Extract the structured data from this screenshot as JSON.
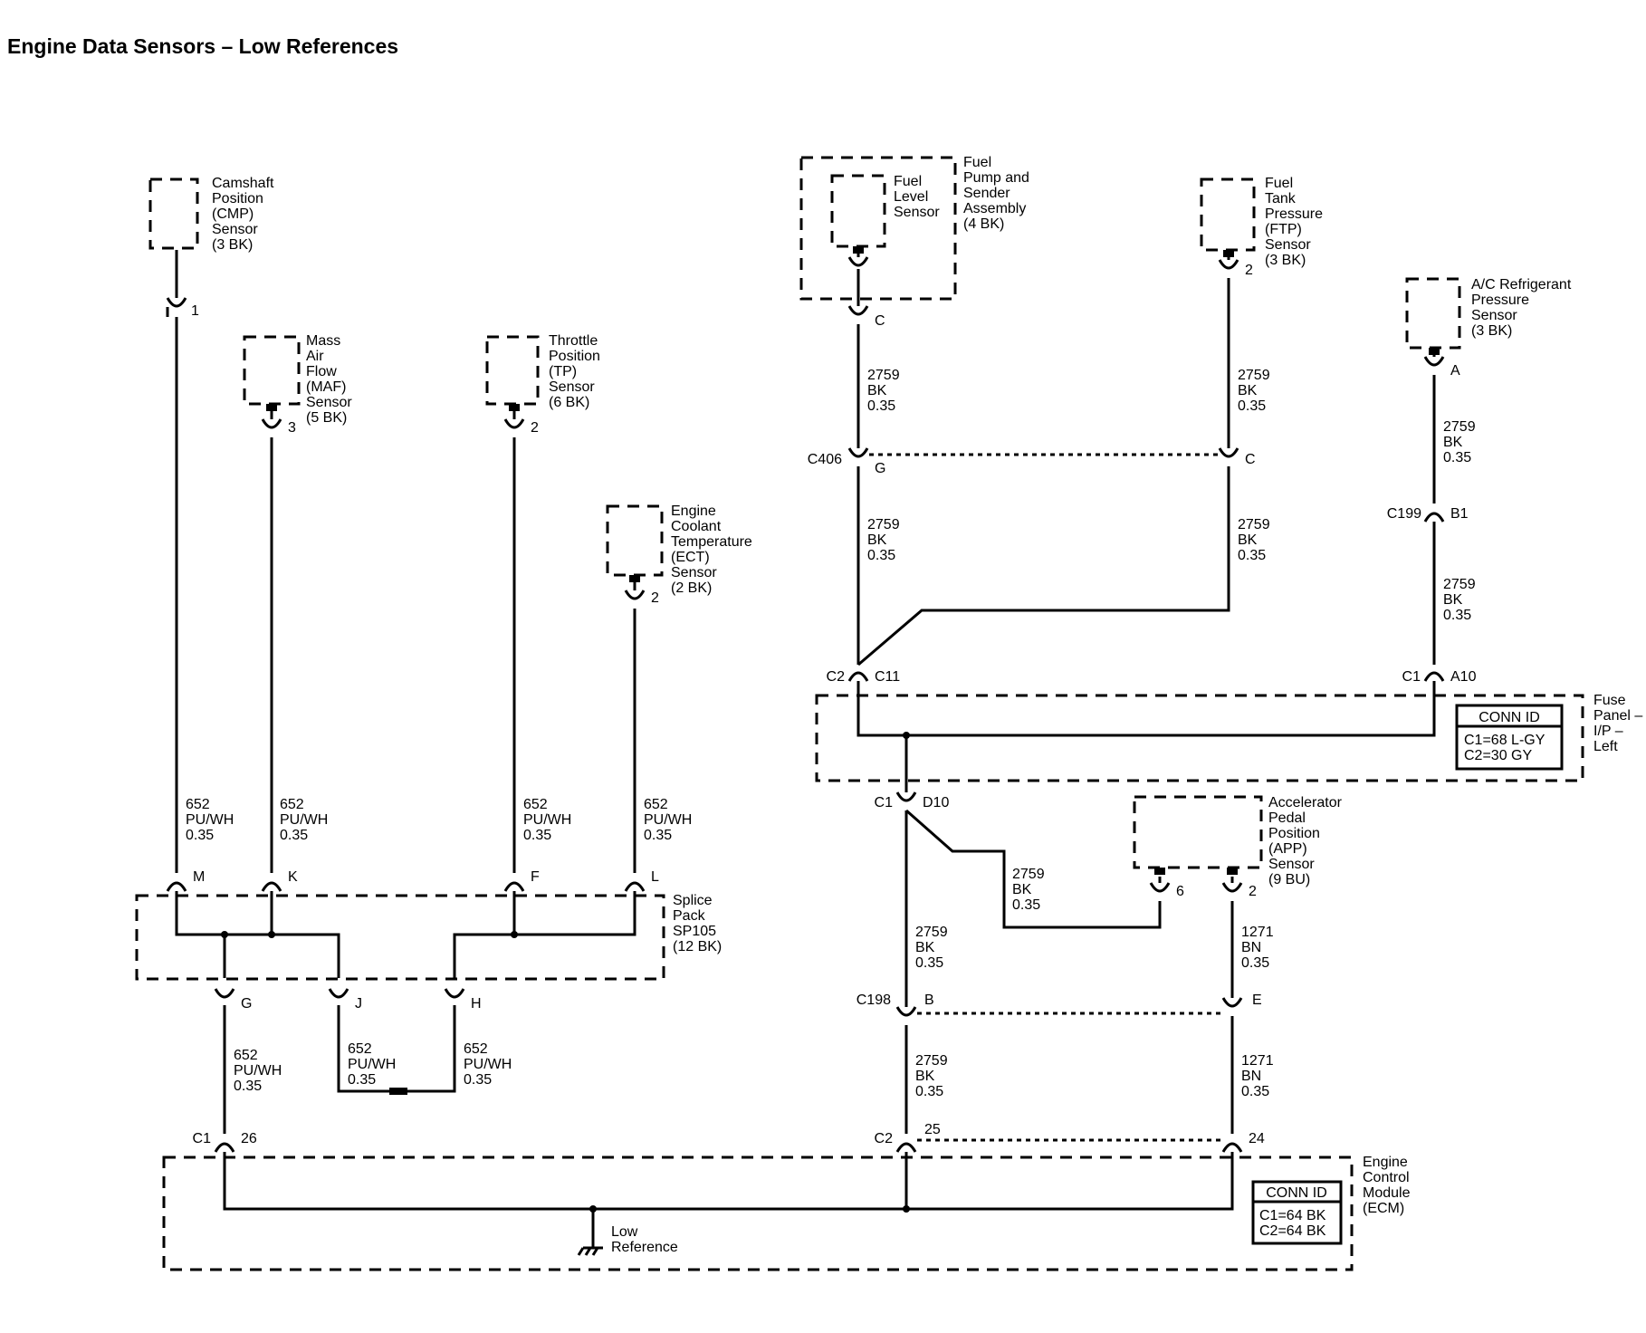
{
  "title": "Engine Data Sensors – Low References",
  "components": {
    "cmp": [
      "Camshaft",
      "Position",
      "(CMP)",
      "Sensor",
      "(3 BK)"
    ],
    "maf": [
      "Mass",
      "Air",
      "Flow",
      "(MAF)",
      "Sensor",
      "(5 BK)"
    ],
    "tp": [
      "Throttle",
      "Position",
      "(TP)",
      "Sensor",
      "(6 BK)"
    ],
    "ect": [
      "Engine",
      "Coolant",
      "Temperature",
      "(ECT)",
      "Sensor",
      "(2 BK)"
    ],
    "fuel_level": [
      "Fuel",
      "Level",
      "Sensor"
    ],
    "fuel_pump": [
      "Fuel",
      "Pump and",
      "Sender",
      "Assembly",
      "(4 BK)"
    ],
    "ftp": [
      "Fuel",
      "Tank",
      "Pressure",
      "(FTP)",
      "Sensor",
      "(3 BK)"
    ],
    "ac": [
      "A/C Refrigerant",
      "Pressure",
      "Sensor",
      "(3 BK)"
    ],
    "fuse_panel": [
      "Fuse",
      "Panel –",
      "I/P –",
      "Left"
    ],
    "app": [
      "Accelerator",
      "Pedal",
      "Position",
      "(APP)",
      "Sensor",
      "(9 BU)"
    ],
    "splice": [
      "Splice",
      "Pack",
      "SP105",
      "(12 BK)"
    ],
    "ecm": [
      "Engine",
      "Control",
      "Module",
      "(ECM)"
    ],
    "ground": [
      "Low",
      "Reference"
    ]
  },
  "conn_id_fuse": {
    "header": "CONN ID",
    "lines": [
      "C1=68 L-GY",
      "C2=30 GY"
    ]
  },
  "conn_id_ecm": {
    "header": "CONN ID",
    "lines": [
      "C1=64 BK",
      "C2=64 BK"
    ]
  },
  "wire_labels": {
    "w652": [
      "652",
      "PU/WH",
      "0.35"
    ],
    "w2759": [
      "2759",
      "BK",
      "0.35"
    ],
    "w1271": [
      "1271",
      "BN",
      "0.35"
    ]
  },
  "pins": {
    "cmp": "1",
    "maf": "3",
    "tp": "2",
    "ect": "2",
    "splice_m": "M",
    "splice_k": "K",
    "splice_f": "F",
    "splice_l": "L",
    "splice_g": "G",
    "splice_j": "J",
    "splice_h": "H",
    "ecm_c1": "C1",
    "ecm_26": "26",
    "ecm_c2": "C2",
    "ecm_25": "25",
    "ecm_24": "24",
    "fuel_c": "C",
    "c406": "C406",
    "c406_g": "G",
    "c406_c": "C",
    "ftp": "2",
    "ac": "A",
    "c199": "C199",
    "c199_b1": "B1",
    "fuse_c2": "C2",
    "fuse_c11": "C11",
    "fuse_c1": "C1",
    "fuse_a10": "A10",
    "fuse_out_c1": "C1",
    "fuse_d10": "D10",
    "app_6": "6",
    "app_2": "2",
    "c198": "C198",
    "c198_b": "B",
    "c198_e": "E"
  }
}
